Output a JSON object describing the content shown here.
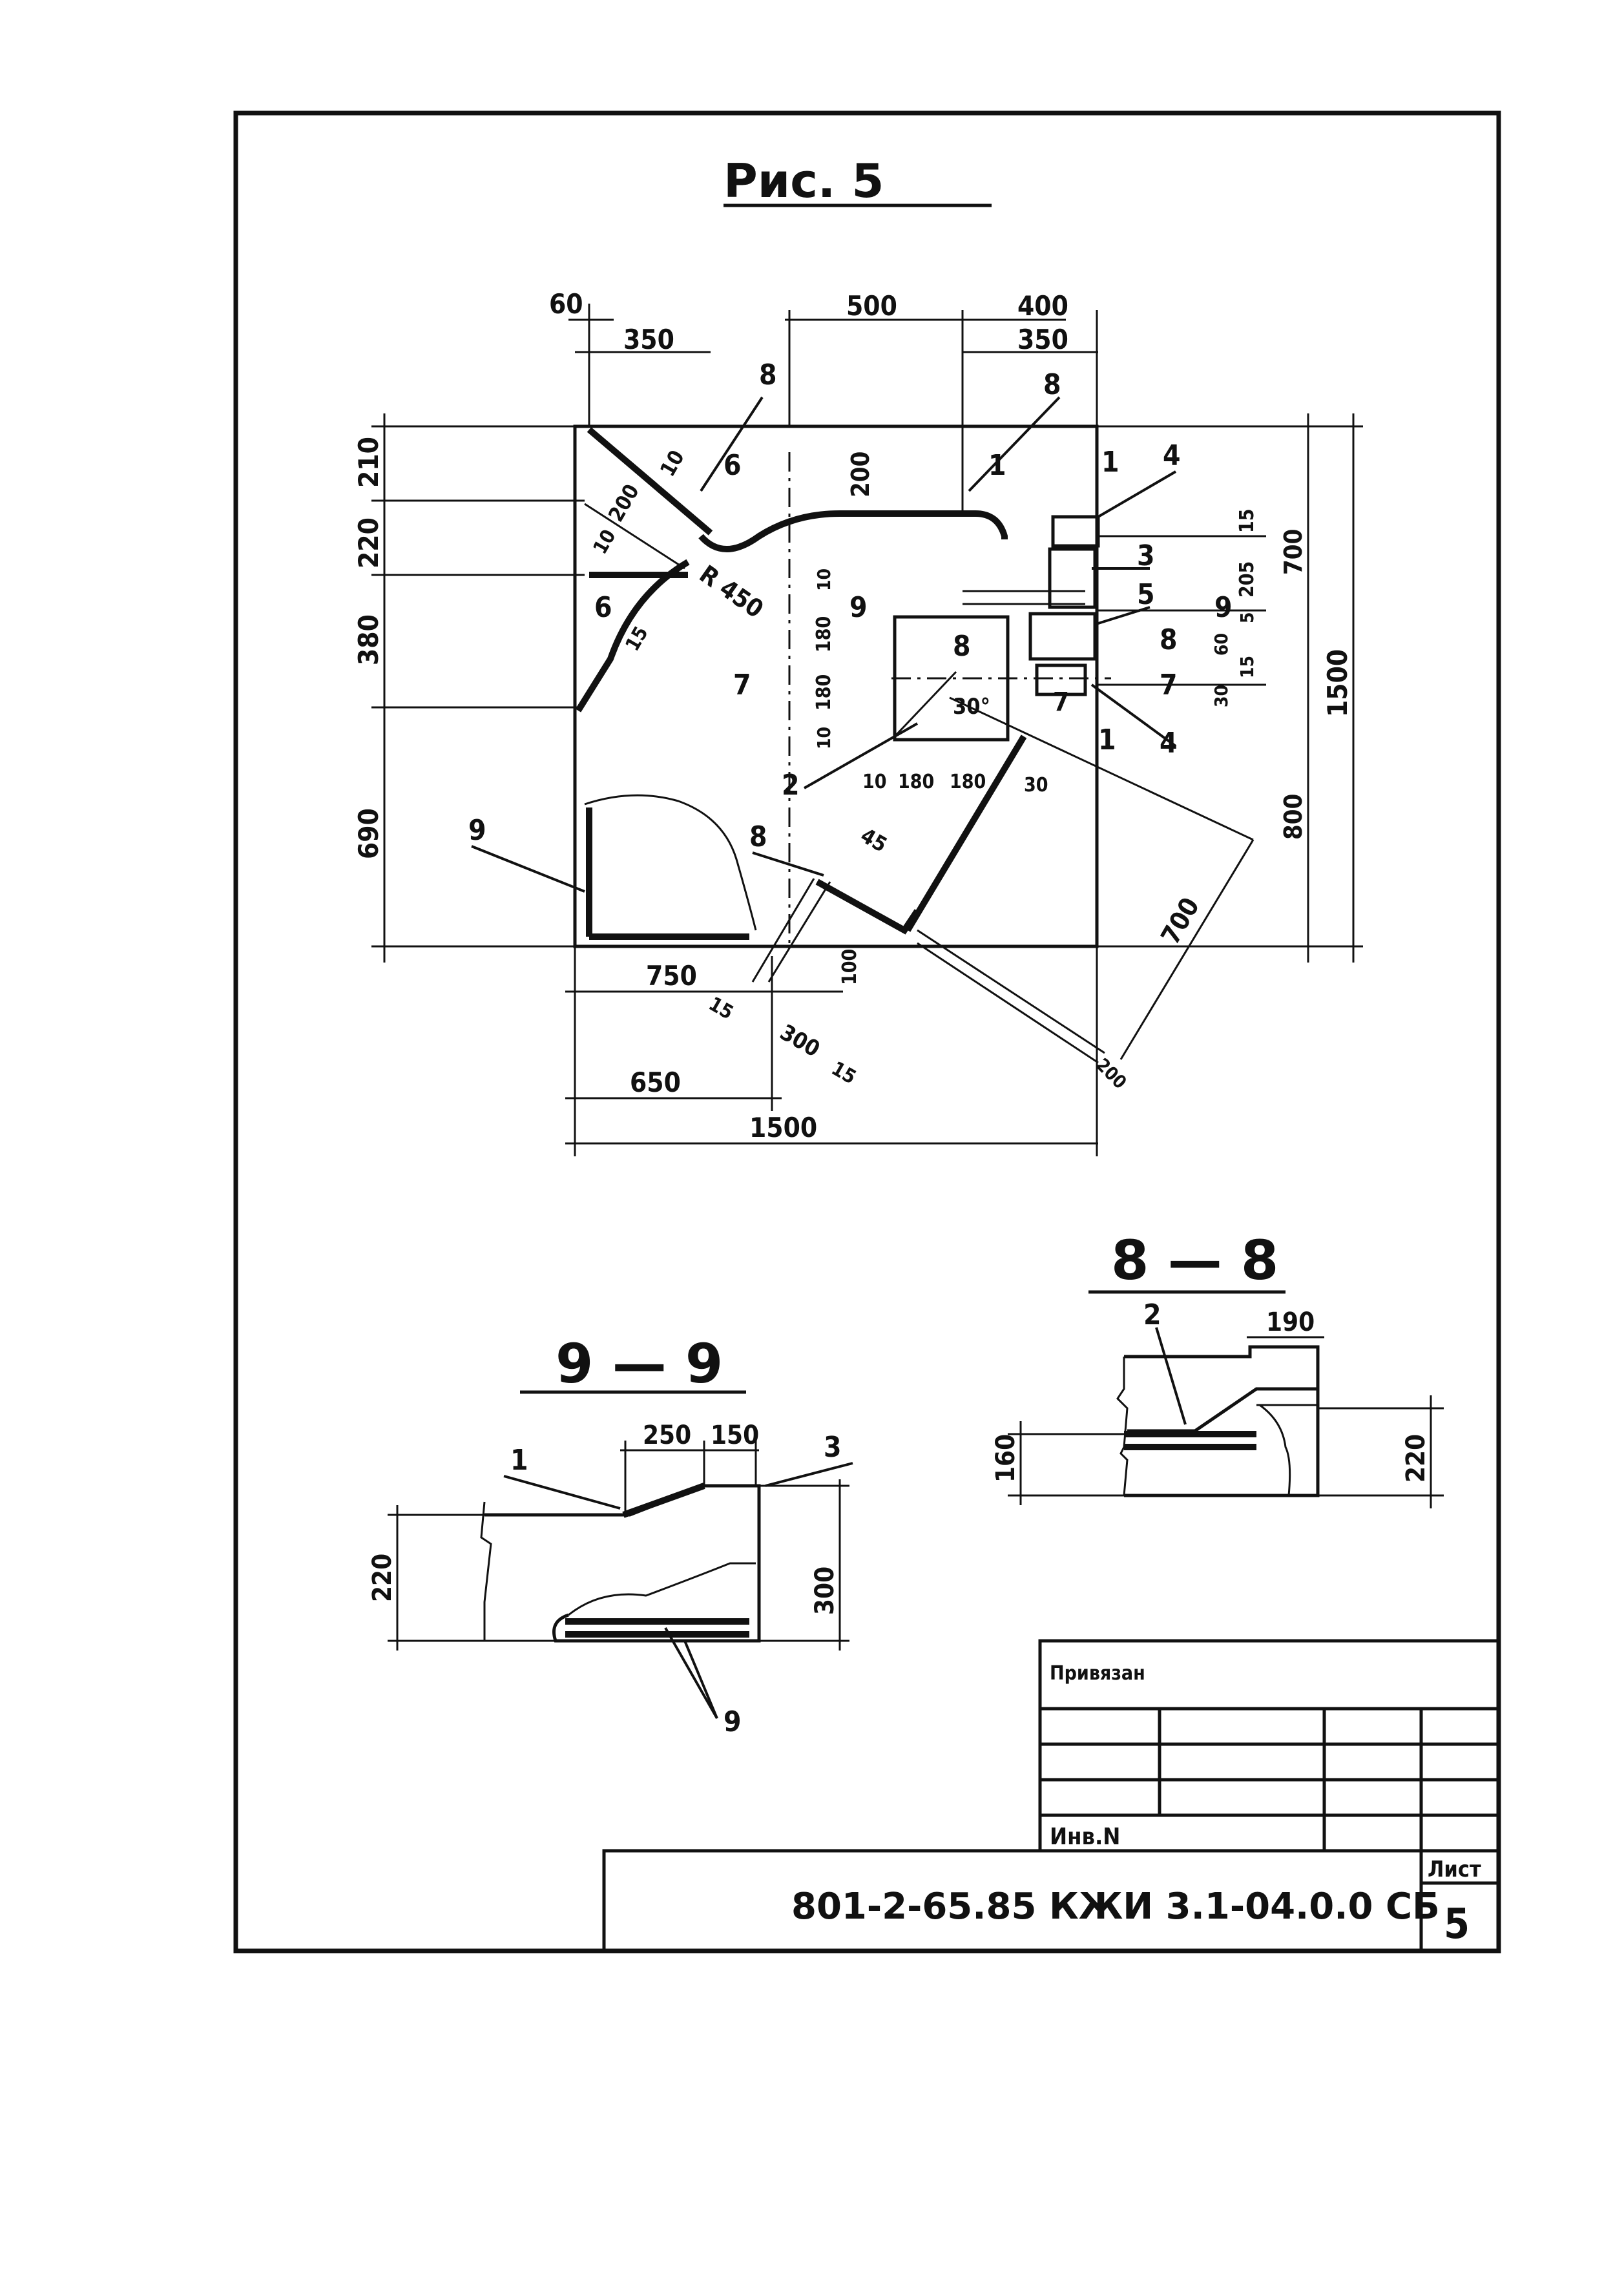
{
  "figure": {
    "title": "Рис. 5"
  },
  "plan": {
    "dims_top": [
      "60",
      "350",
      "500",
      "400",
      "350"
    ],
    "dims_left": [
      "210",
      "220",
      "380",
      "690"
    ],
    "dims_right": [
      "1500",
      "700",
      "800",
      "15",
      "205",
      "5",
      "60",
      "30",
      "15"
    ],
    "dims_bottom": [
      "750",
      "650",
      "1500",
      "300",
      "15",
      "15",
      "100",
      "45"
    ],
    "dims_inner": [
      "200",
      "10",
      "200",
      "10",
      "15",
      "180",
      "180",
      "10",
      "10",
      "10",
      "180",
      "180",
      "30",
      "200",
      "700",
      "30°",
      "R 450"
    ],
    "section_marks": [
      "6",
      "6",
      "7",
      "7",
      "8",
      "8",
      "9",
      "9"
    ],
    "leaders": [
      "8",
      "8",
      "8",
      "1",
      "1",
      "1",
      "2",
      "3",
      "4",
      "4",
      "5",
      "9",
      "7"
    ]
  },
  "section_9_9": {
    "title": "9 — 9",
    "dims": [
      "250",
      "150",
      "220",
      "300"
    ],
    "leaders": [
      "1",
      "3",
      "9"
    ]
  },
  "section_8_8": {
    "title": "8 — 8",
    "dims": [
      "190",
      "160",
      "220"
    ],
    "leaders": [
      "2"
    ]
  },
  "stamp": {
    "privyazan": "Привязан",
    "inv": "Инв.N",
    "code": "801-2-65.85  КЖИ 3.1-04.0.0 СБ",
    "list_label": "Лист",
    "list_no": "5"
  }
}
